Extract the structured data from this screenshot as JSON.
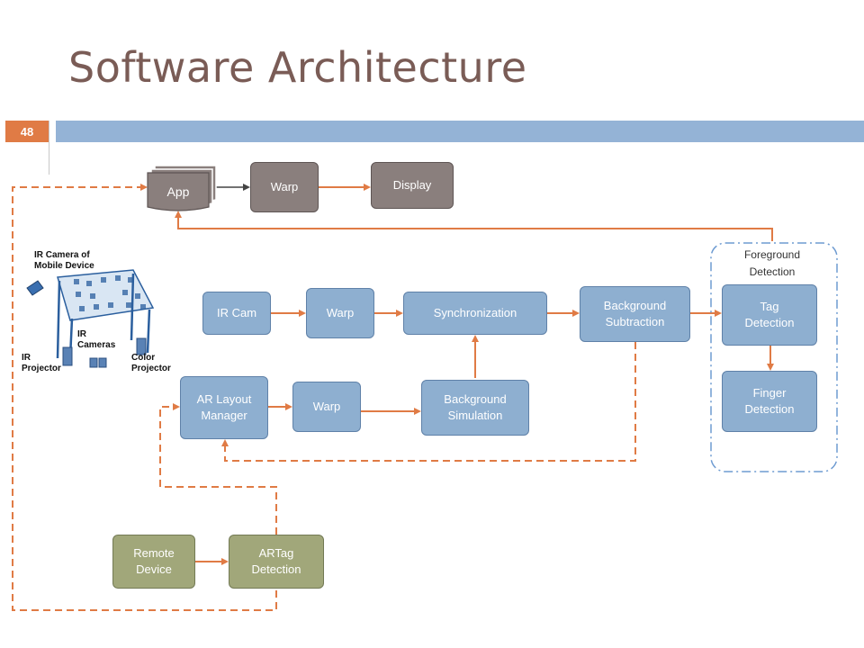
{
  "slide": {
    "title": "Software Architecture",
    "number": "48"
  },
  "nodes": {
    "app": "App",
    "warp_top": "Warp",
    "display": "Display",
    "ir_cam": "IR Cam",
    "warp_mid": "Warp",
    "synchronization": "Synchronization",
    "background_subtraction": "Background Subtraction",
    "tag_detection": "Tag Detection",
    "finger_detection": "Finger Detection",
    "ar_layout_manager": "AR Layout Manager",
    "warp_low": "Warp",
    "background_simulation": "Background Simulation",
    "remote_device": "Remote Device",
    "artag_detection": "ARTag Detection"
  },
  "group": {
    "foreground_detection": "Foreground Detection"
  },
  "figure": {
    "ir_camera_label": "IR Camera of Mobile Device",
    "ir_cameras_label": "IR Cameras",
    "ir_projector_label": "IR Projector",
    "color_projector_label": "Color Projector"
  },
  "colors": {
    "arrow": "#e07b45",
    "header_bar": "#94b3d6",
    "node_blue": "#8eafd0",
    "node_gray": "#8a7f7d",
    "node_green": "#a1a77a"
  }
}
